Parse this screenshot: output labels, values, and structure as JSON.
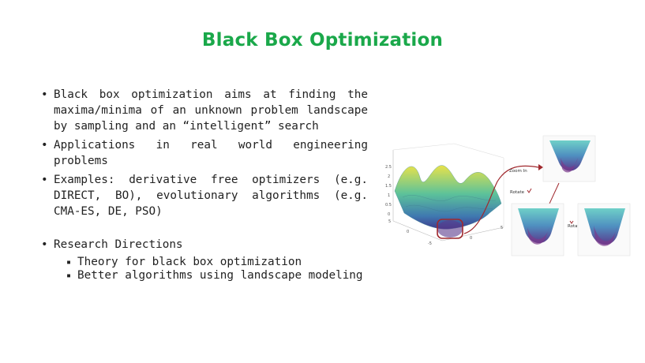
{
  "slide": {
    "title": "Black Box Optimization",
    "bullets": [
      "Black box optimization aims at finding the maxima/minima of an unknown problem landscape by sampling and an “intelligent” search",
      "Applications in real world engineering problems",
      "Examples: derivative free optimizers (e.g. DIRECT, BO), evolutionary algorithms (e.g. CMA-ES, DE, PSO)",
      "Research Directions"
    ],
    "sub_bullets": [
      "Theory for black box optimization",
      "Better algorithms using landscape modeling"
    ],
    "bullet_symbol": "•",
    "sub_bullet_symbol": "▪"
  },
  "figure": {
    "zoom_label": "Zoom In",
    "rotate_label_1": "Rotate",
    "rotate_label_2": "Rotate",
    "y_ticks": [
      "2.5",
      "2",
      "1.5",
      "1",
      "0.5",
      "0"
    ],
    "x_ticks": [
      "5",
      "0",
      "-5"
    ],
    "colors": {
      "title": "#1aa84a",
      "highlight": "#a0282d",
      "surface_top": "#e8e24a",
      "surface_mid": "#4fb8a8",
      "surface_low": "#3f3a8c"
    }
  }
}
